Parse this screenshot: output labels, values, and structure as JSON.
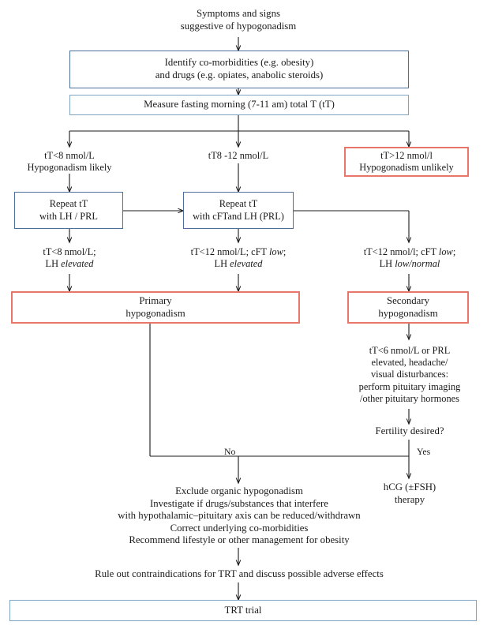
{
  "diagram": {
    "title": "Clinical algorithm for the diagnosis and management of male hypogonadism",
    "type": "flowchart",
    "colors": {
      "border_blue_strong": "#4a6f9a",
      "border_blue_light": "#7ea3c4",
      "border_red": "#e8766a",
      "connector": "#1a1a1a",
      "text": "#1a1a1a",
      "background": "#ffffff"
    },
    "nodes": {
      "start": {
        "label": "Symptoms and signs\nsuggestive of hypogonadism",
        "shape": "plain"
      },
      "identify": {
        "label": "Identify co-morbidities (e.g. obesity)\nand drugs (e.g. opiates, anabolic steroids)",
        "shape": "box",
        "border": "blue-strong"
      },
      "measure": {
        "label": "Measure fasting morning (7-11 am) total T (tT)",
        "shape": "box",
        "border": "blue-light"
      },
      "branch_low": {
        "label": "tT<8 nmol/L\nHypogonadism likely",
        "shape": "plain"
      },
      "branch_mid": {
        "label": "tT8 -12 nmol/L",
        "shape": "plain"
      },
      "branch_high": {
        "label": "tT>12 nmol/l\nHypogonadism unlikely",
        "shape": "box",
        "border": "red"
      },
      "repeat_left": {
        "label": "Repeat tT\nwith LH / PRL",
        "shape": "box",
        "border": "blue-strong"
      },
      "repeat_mid": {
        "label": "Repeat tT\nwith cFTand LH (PRL)",
        "shape": "box",
        "border": "blue-strong"
      },
      "cond_left": {
        "line1": "tT<8 nmol/L;",
        "line2_prefix": "LH ",
        "line2_italic": "elevated"
      },
      "cond_mid": {
        "line1": "tT<12 nmol/L; cFT ",
        "line1_italic": "low",
        "line1_suffix": ";",
        "line2_prefix": "LH ",
        "line2_italic": "elevated"
      },
      "cond_right": {
        "line1": "tT<12 nmol/l; cFT ",
        "line1_italic": "low",
        "line1_suffix": ";",
        "line2_prefix": "LH ",
        "line2_italic": "low/normal"
      },
      "primary": {
        "label": "Primary\nhypogonadism",
        "shape": "box",
        "border": "red"
      },
      "secondary": {
        "label": "Secondary\nhypogonadism",
        "shape": "box",
        "border": "red"
      },
      "pituitary": {
        "label": "tT<6 nmol/L or PRL\nelevated, headache/\nvisual disturbances:\nperform pituitary imaging\n/other pituitary hormones",
        "shape": "plain"
      },
      "fertility": {
        "label": "Fertility desired?",
        "shape": "plain"
      },
      "hcg": {
        "label": "hCG (±FSH)\ntherapy",
        "shape": "plain"
      },
      "management": {
        "label": "Exclude organic hypogonadism\nInvestigate if drugs/substances that interfere\nwith hypothalamic–pituitary axis can be reduced/withdrawn\nCorrect underlying co-morbidities\nRecommend lifestyle or other management for obesity",
        "shape": "plain"
      },
      "ruleout": {
        "label": "Rule out contraindications for TRT and discuss possible adverse effects",
        "shape": "plain"
      },
      "trt": {
        "label": "TRT trial",
        "shape": "box",
        "border": "blue-light"
      }
    },
    "edge_labels": {
      "no": "No",
      "yes": "Yes"
    }
  }
}
